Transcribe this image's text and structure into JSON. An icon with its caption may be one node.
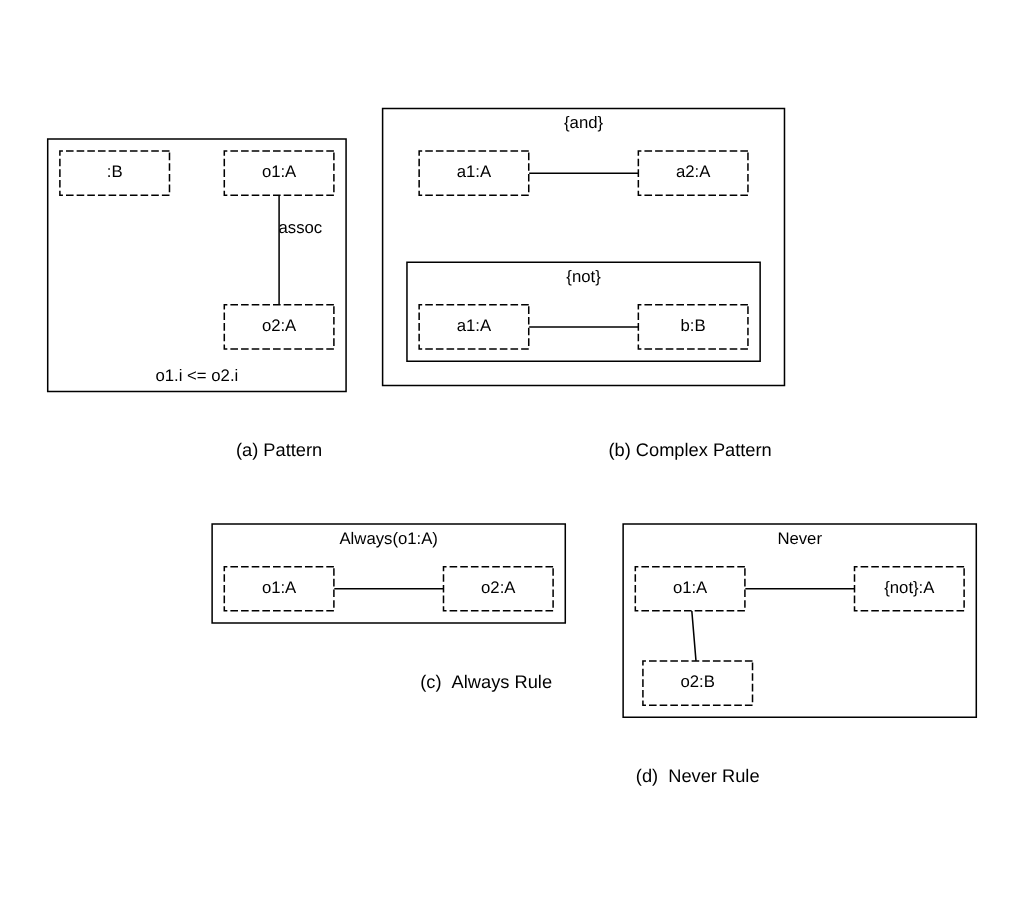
{
  "diagram": {
    "nodes": [
      {
        "text": [
          "o1.i <= o2.i"
        ]
      },
      {
        "text": [
          "o1:A"
        ],
        "in": 0
      },
      {
        "text": [
          ":B"
        ],
        "in": 0
      },
      {
        "text": [
          "o2:A"
        ],
        "in": 0
      },
      {
        "text": [
          "{and}"
        ]
      },
      {
        "text": [
          "a1:A"
        ],
        "in": 4
      },
      {
        "text": [
          "a2:A"
        ],
        "in": 4
      },
      {
        "text": [
          "{not}"
        ],
        "in": 4
      },
      {
        "text": [
          "a1:A"
        ],
        "in": 7
      },
      {
        "text": [
          "b:B"
        ],
        "in": 7
      },
      {
        "text": [
          "Always(o1:A)"
        ]
      },
      {
        "text": [
          "o1:A"
        ],
        "in": 10
      },
      {
        "text": [
          "o2:A"
        ],
        "in": 10
      },
      {
        "text": [
          "Never"
        ]
      },
      {
        "text": [
          "o1:A"
        ],
        "in": 13
      },
      {
        "text": [
          "{not}:A"
        ],
        "in": 13
      },
      {
        "text": [
          "o2:B"
        ],
        "in": 13
      }
    ],
    "edges": [
      {
        "from": 1,
        "to": 3,
        "arrow": "none",
        "label": "assoc"
      },
      {
        "from": 5,
        "to": 6,
        "arrow": "none"
      },
      {
        "from": 8,
        "to": 9,
        "arrow": "none"
      },
      {
        "from": 11,
        "to": 12,
        "arrow": "none"
      },
      {
        "from": 14,
        "to": 15,
        "arrow": "none"
      },
      {
        "from": 14,
        "to": 16,
        "arrow": "none"
      }
    ],
    "labels": [
      "(a) Pattern",
      "(b) Complex Pattern",
      "(c)  Always Rule",
      "(d)  Never Rule"
    ]
  }
}
